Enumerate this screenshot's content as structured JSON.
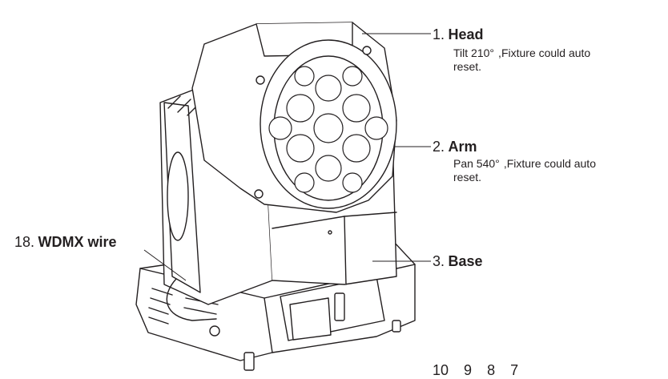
{
  "callouts": [
    {
      "number": "1.",
      "name": "Head",
      "desc1": "Tilt 210°   ,Fixture could auto",
      "desc2": "reset."
    },
    {
      "number": "2.",
      "name": "Arm",
      "desc1": "Pan 540°   ,Fixture could auto",
      "desc2": "reset."
    },
    {
      "number": "3.",
      "name": "Base"
    },
    {
      "number": "18.",
      "name": "WDMX wire"
    }
  ],
  "bottom_numbers": [
    "10",
    "9",
    "8",
    "7"
  ],
  "colors": {
    "line": "#231f20",
    "background": "#ffffff"
  }
}
